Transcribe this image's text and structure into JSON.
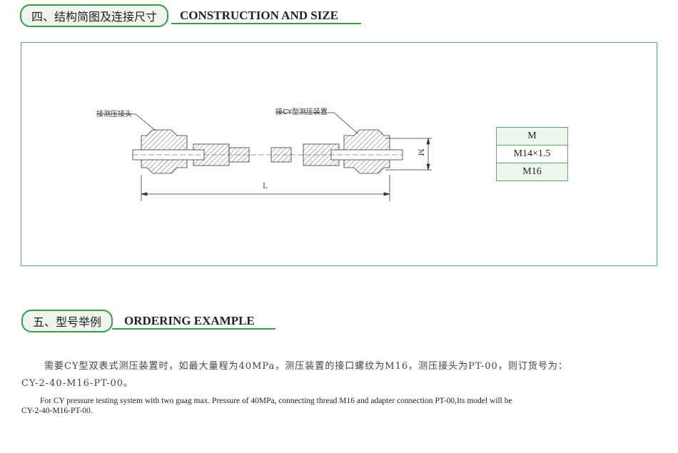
{
  "section4": {
    "cn_title": "四、结构简图及连接尺寸",
    "en_title": "CONSTRUCTION AND SIZE"
  },
  "drawing": {
    "label_left": "接测压接头",
    "label_right": "接CY型测压装置",
    "dim_L": "L",
    "dim_M": "M"
  },
  "size_table": {
    "header": "M",
    "rows": [
      "M14×1.5",
      "M16"
    ]
  },
  "section5": {
    "cn_title": "五、型号举例",
    "en_title": "ORDERING EXAMPLE"
  },
  "example": {
    "cn_line1": "需要CY型双表式测压装置时，如最大量程为40MPa，测压装置的接口螺纹为M16，测压接头为PT-00，则订货号为：",
    "cn_line2": "CY-2-40-M16-PT-00。",
    "en_line1": "For CY pressure testing system with two guag max. Pressure of 40MPa, connecting thread M16 and adapter connection PT-00,Its model will be",
    "en_line2": "CY-2-40-M16-PT-00."
  },
  "colors": {
    "accent": "#3a9a4a"
  }
}
